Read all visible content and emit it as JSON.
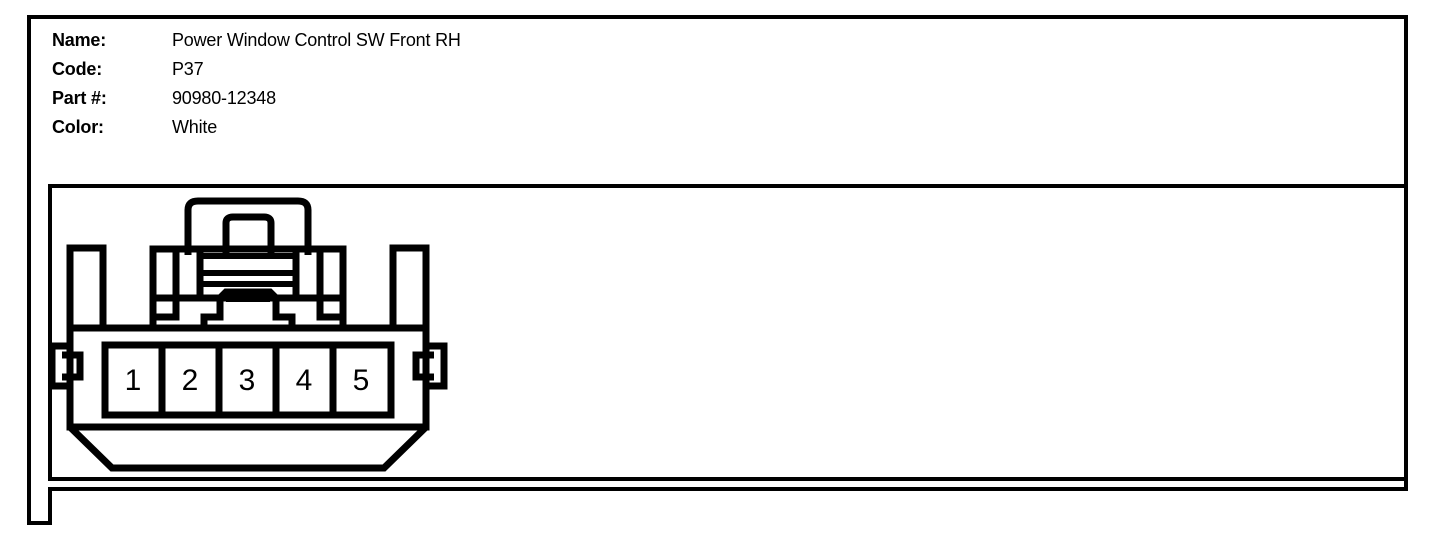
{
  "header": {
    "rows": [
      {
        "label": "Name:",
        "value": "Power Window Control SW Front RH"
      },
      {
        "label": "Code:",
        "value": "P37"
      },
      {
        "label": "Part #:",
        "value": "90980-12348"
      },
      {
        "label": "Color:",
        "value": "White"
      }
    ]
  },
  "diagram": {
    "type": "connector-face-view",
    "pin_count": 5,
    "pins": [
      {
        "number": "1"
      },
      {
        "number": "2"
      },
      {
        "number": "3"
      },
      {
        "number": "4"
      },
      {
        "number": "5"
      }
    ]
  },
  "colors": {
    "line": "#000000",
    "background": "#ffffff"
  }
}
